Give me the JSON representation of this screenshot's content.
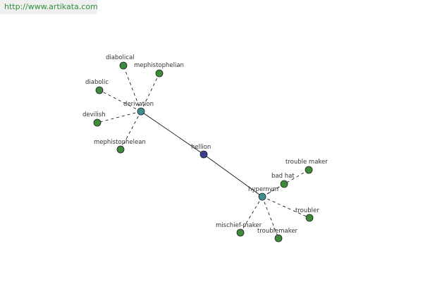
{
  "banner": {
    "url": "http://www.artikata.com"
  },
  "colors": {
    "root_node": "#3a3f8f",
    "hub_node": "#3f8f91",
    "leaf_node": "#3e8a3a",
    "edge": "#000000"
  },
  "graph": {
    "root": "hellion",
    "hubs": [
      "derivation",
      "hypernym"
    ],
    "leaves": {
      "derivation": [
        "diabolical",
        "mephistophelian",
        "diabolic",
        "devilish",
        "mephistophelean"
      ],
      "hypernym": [
        "trouble maker",
        "bad hat",
        "troubler",
        "mischief-maker",
        "troublemaker"
      ]
    }
  }
}
